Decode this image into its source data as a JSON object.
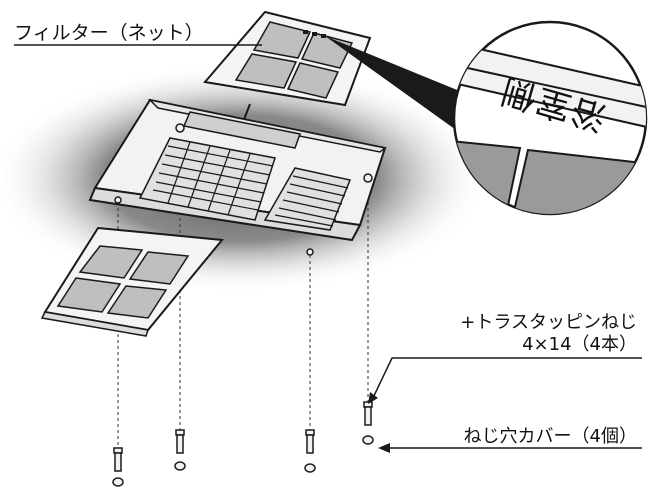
{
  "labels": {
    "filter": "フィルター（ネット）",
    "screw_line1": "+トラスタッピンねじ",
    "screw_line2": "4×14（4本）",
    "cover": "ねじ穴カバー（4個）",
    "zoom_text": "浴室側"
  },
  "colors": {
    "line": "#1a1a1a",
    "shadow": "#7f7f7f",
    "panel": "#f4f4f4",
    "filter_square": "#bfbfbf"
  }
}
